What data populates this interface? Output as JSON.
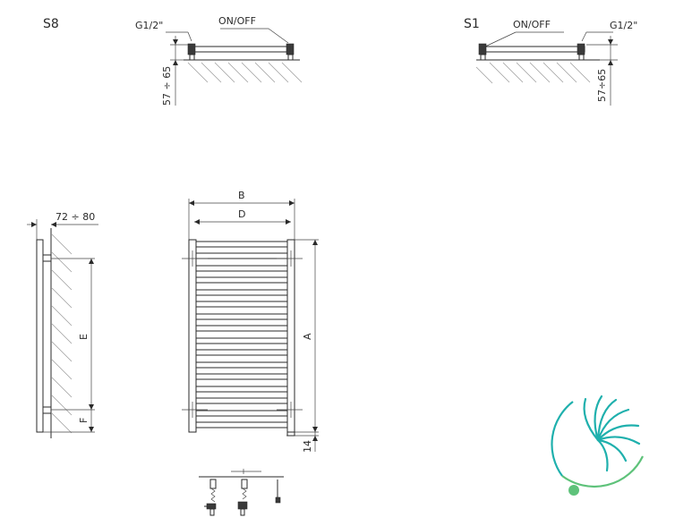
{
  "labels": {
    "s8": "S8",
    "s1": "S1",
    "g_thread_s8": "G1/2\"",
    "g_thread_s1": "G1/2\"",
    "onoff_s8": "ON/OFF",
    "onoff_s1": "ON/OFF",
    "dim_57_65_s8": "57 ÷ 65",
    "dim_57_65_s1": "57÷65",
    "dim_72_80": "72 ÷ 80",
    "dim_b": "B",
    "dim_d": "D",
    "dim_a": "A",
    "dim_e": "E",
    "dim_f": "F",
    "dim_14": "14"
  },
  "logo": {
    "name": "fan-flower-logo",
    "colors": {
      "teal": "#1fb0ad",
      "green": "#5ec27a"
    }
  }
}
